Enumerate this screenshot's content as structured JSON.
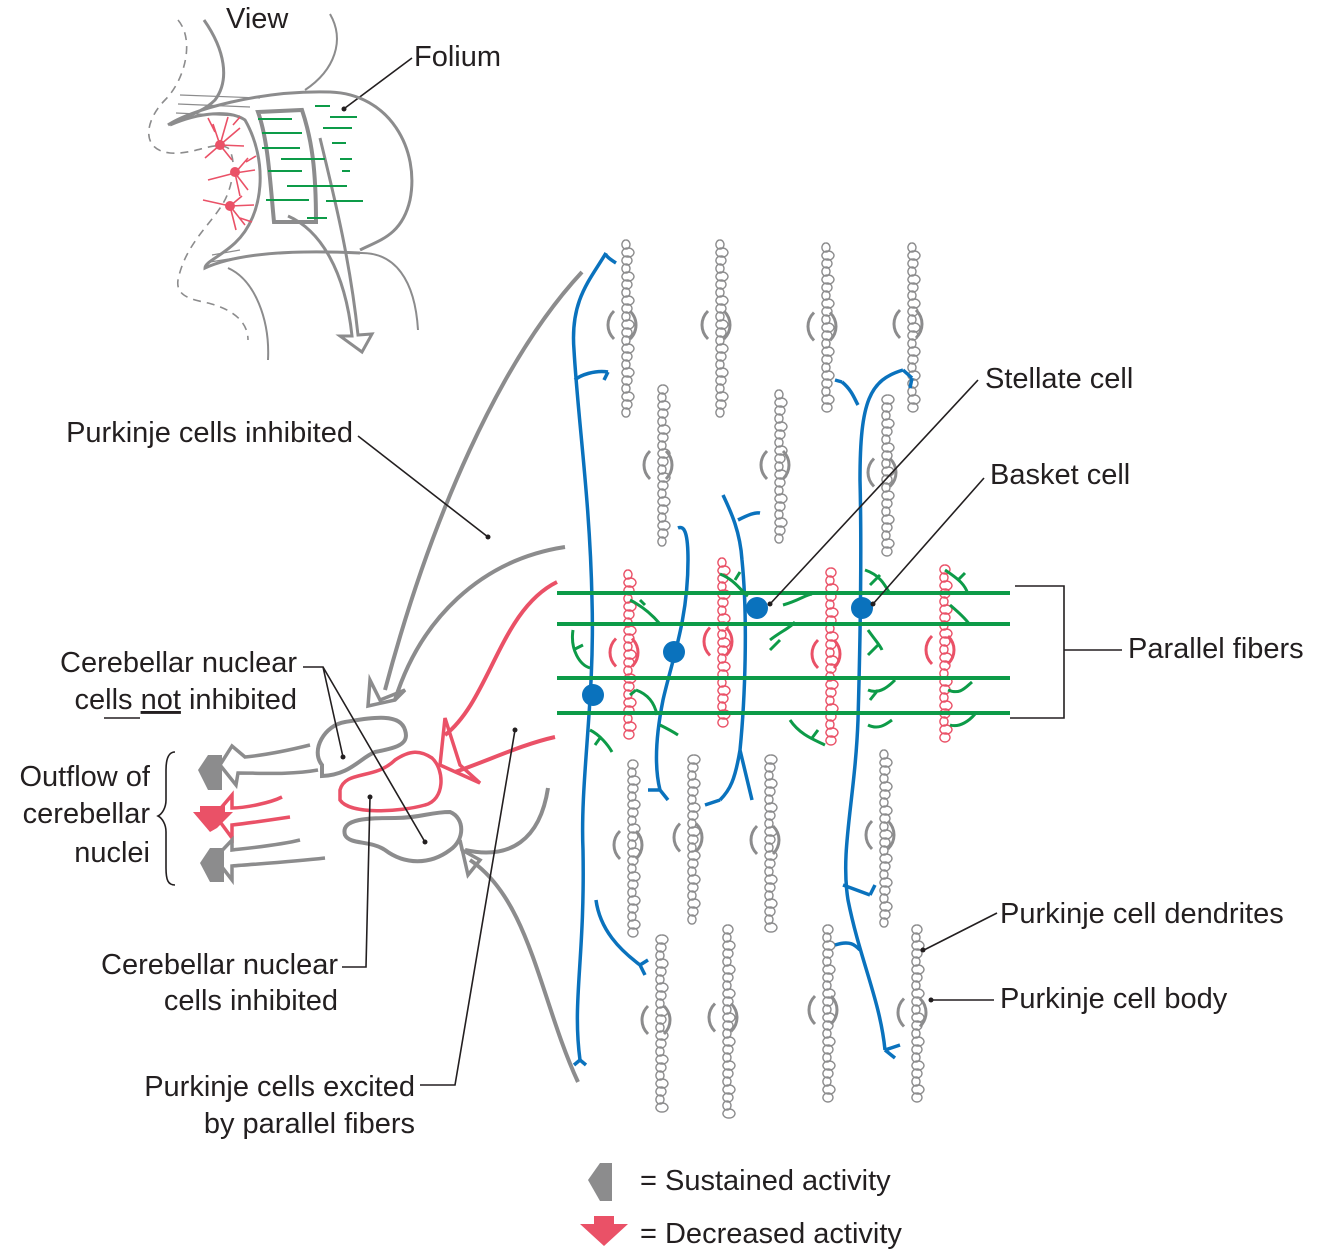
{
  "figure": {
    "colors": {
      "inhibitory_cells": "#0a72bd",
      "parallel_fibers": "#0d9b48",
      "excited_purkinje": "#ea5167",
      "sustained": "#8c8c8d",
      "text": "#231f20"
    }
  },
  "labels": {
    "view": "View",
    "folium": "Folium",
    "purkinje_inhibited": "Purkinje cells inhibited",
    "nuclear_not_inhibited_1": "Cerebellar nuclear",
    "nuclear_not_inhibited_2a": "cells ",
    "nuclear_not_inhibited_2b": "not",
    "nuclear_not_inhibited_2c": " inhibited",
    "outflow_1": "Outflow of",
    "outflow_2": "cerebellar",
    "outflow_3": "nuclei",
    "nuclear_inhibited_1": "Cerebellar nuclear",
    "nuclear_inhibited_2": "cells inhibited",
    "purkinje_excited_1": "Purkinje cells excited",
    "purkinje_excited_2": "by parallel fibers",
    "stellate": "Stellate cell",
    "basket": "Basket cell",
    "parallel_fibers": "Parallel fibers",
    "pc_dendrites": "Purkinje cell dendrites",
    "pc_body": "Purkinje cell body"
  },
  "legend": {
    "items": [
      {
        "icon": "gray-left-arrow-icon",
        "label": "= Sustained activity"
      },
      {
        "icon": "pink-down-arrow-icon",
        "label": "= Decreased activity"
      }
    ]
  }
}
